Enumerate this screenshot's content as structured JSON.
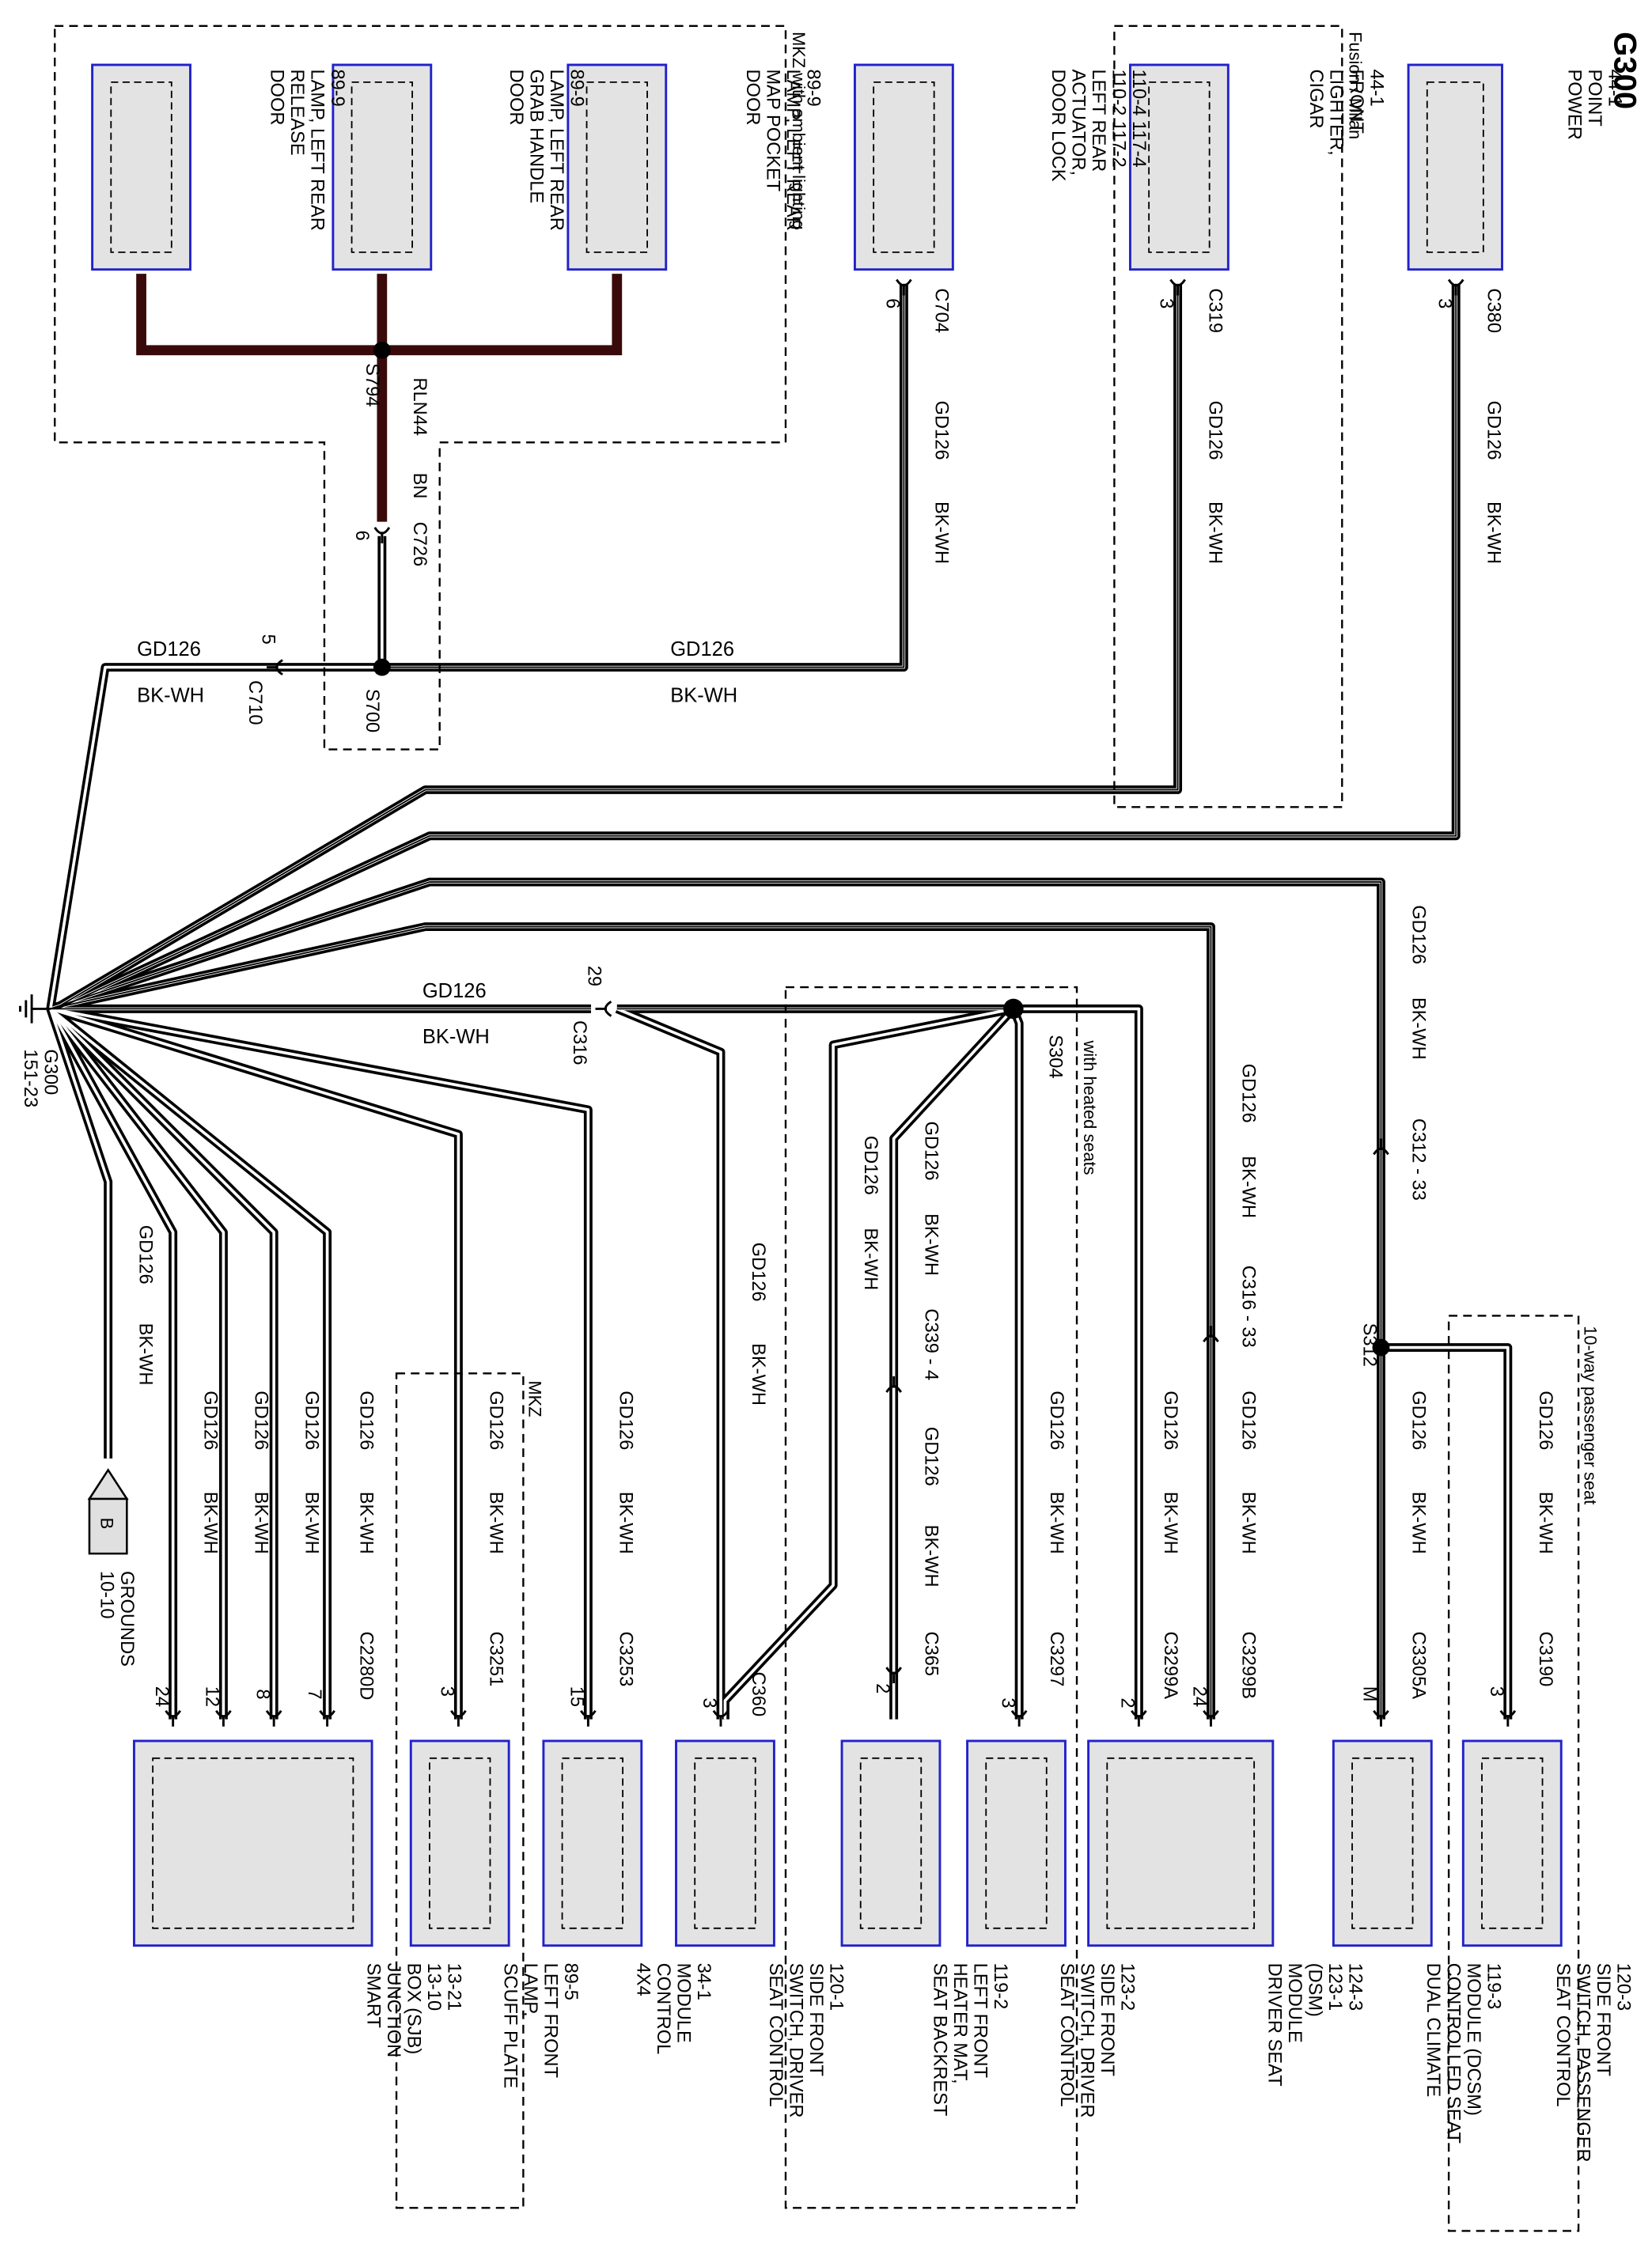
{
  "header": {
    "title": "G300"
  },
  "colors": {
    "wire": "#000000",
    "wire_brown": "#3a0a0a",
    "component_fill": "#e3e3e3",
    "component_border": "#2222cc"
  },
  "groups": {
    "mkz_ambient": "MKZ with ambient lighting",
    "fusion_milan": "Fusion / Milan",
    "heated_seats": "with heated seats",
    "mkz": "MKZ",
    "passenger_seat": "10-way passenger seat"
  },
  "components": {
    "power_point": [
      "POWER",
      "POINT",
      "44-1"
    ],
    "cigar_lighter": [
      "CIGAR",
      "LIGHTER,",
      "FRONT",
      "44-1"
    ],
    "door_lock": [
      "DOOR LOCK",
      "ACTUATOR,",
      "LEFT REAR",
      "110-2     117-2",
      "110-4     117-4"
    ],
    "map_pocket": [
      "DOOR",
      "MAP POCKET",
      "LAMP, LEFT REAR",
      "89-9"
    ],
    "grab_handle": [
      "DOOR",
      "GRAB HANDLE",
      "LAMP, LEFT REAR",
      "89-9"
    ],
    "release_lamp": [
      "DOOR",
      "RELEASE",
      "LAMP, LEFT REAR",
      "89-9"
    ],
    "seat_ctrl_pass": [
      "SEAT CONTROL",
      "SWITCH, PASSENGER",
      "SIDE FRONT",
      "120-3"
    ],
    "dcsm": [
      "DUAL CLIMATE",
      "CONTROLLED SEAT",
      "MODULE (DCSM)",
      "119-3"
    ],
    "dsm": [
      "DRIVER SEAT",
      "MODULE",
      "(DSM)",
      "123-1",
      "124-3"
    ],
    "seat_ctrl_drv_a": [
      "SEAT CONTROL",
      "SWITCH, DRIVER",
      "SIDE FRONT",
      "123-2"
    ],
    "backrest_mat": [
      "SEAT BACKREST",
      "HEATER MAT,",
      "LEFT FRONT",
      "119-2"
    ],
    "seat_ctrl_drv_b": [
      "SEAT CONTROL",
      "SWITCH, DRIVER",
      "SIDE FRONT",
      "120-1"
    ],
    "control_4x4": [
      "4X4",
      "CONTROL",
      "MODULE",
      "34-1"
    ],
    "scuff_lamp": [
      "SCUFF PLATE",
      "LAMP,",
      "LEFT FRONT",
      "89-5"
    ],
    "sjb": [
      "SMART",
      "JUNCTION",
      "BOX (SJB)",
      "13-10",
      "13-21"
    ]
  },
  "connectors": {
    "c380": "C380",
    "c319": "C319",
    "c704": "C704",
    "c726": "C726",
    "c710": "C710",
    "c316": "C316",
    "c312_33": "C312 - 33",
    "c316_33": "C316 - 33",
    "c339_4": "C339 - 4",
    "c3190": "C3190",
    "c3305a": "C3305A",
    "c3299b": "C3299B",
    "c3299a": "C3299A",
    "c3297": "C3297",
    "c365": "C365",
    "c360": "C360",
    "c3253": "C3253",
    "c3251": "C3251",
    "c2280d": "C2280D"
  },
  "pins": {
    "p3": "3",
    "p6": "6",
    "p5": "5",
    "p29": "29",
    "pM": "M",
    "p24": "24",
    "p2": "2",
    "p15": "15",
    "p12": "12",
    "p8": "8",
    "p7": "7"
  },
  "splices": {
    "s794": "S794",
    "s700": "S700",
    "s304": "S304",
    "s312": "S312"
  },
  "wires": {
    "gd126": "GD126",
    "bkwh": "BK-WH",
    "rln44": "RLN44",
    "bn": "BN"
  },
  "ground": {
    "label": "G300",
    "ref": "151-23"
  },
  "grounds_ref": {
    "letter": "B",
    "name": "GROUNDS",
    "ref": "10-10"
  }
}
